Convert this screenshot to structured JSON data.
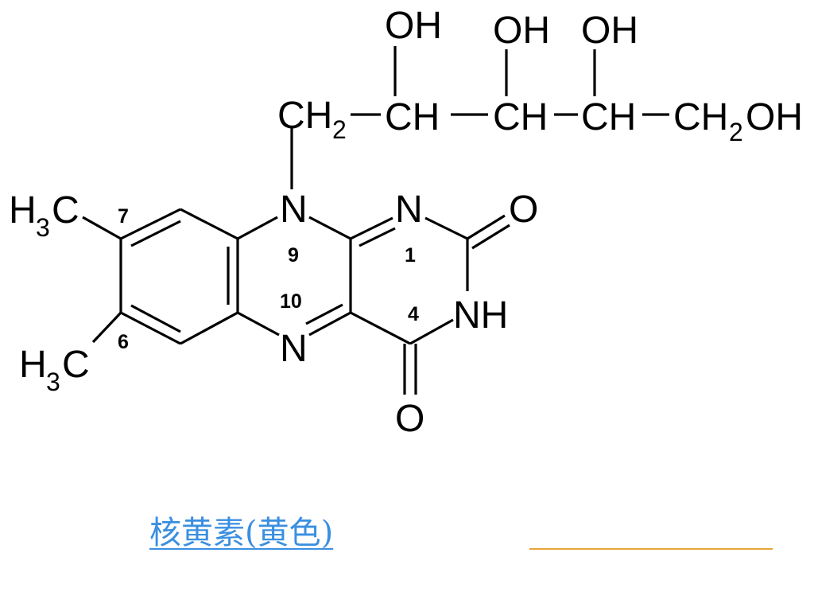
{
  "atoms": {
    "oh_top_1": "OH",
    "oh_top_2": "OH",
    "oh_top_3": "OH",
    "ch_a": "CH",
    "ch_b": "CH",
    "ch_c": "CH",
    "ch2_left": "CH",
    "ch2_left_sub": "2",
    "ch2oh_c": "CH",
    "ch2oh_sub": "2",
    "ch2oh_oh": "OH",
    "n9": "N",
    "n1": "N",
    "n10": "N",
    "nh": "NH",
    "o_c2": "O",
    "o_c4": "O",
    "methyl7_h": "H",
    "methyl7_sub": "3",
    "methyl7_c": "C",
    "methyl6_h": "H",
    "methyl6_sub": "3",
    "methyl6_c": "C"
  },
  "position_labels": {
    "pos7": "7",
    "pos6": "6",
    "pos9": "9",
    "pos1": "1",
    "pos10": "10",
    "pos4": "4"
  },
  "caption": {
    "text": "核黄素(黄色)"
  },
  "colors": {
    "link": "#3b8fe0",
    "blank_line": "#e8a33a"
  }
}
